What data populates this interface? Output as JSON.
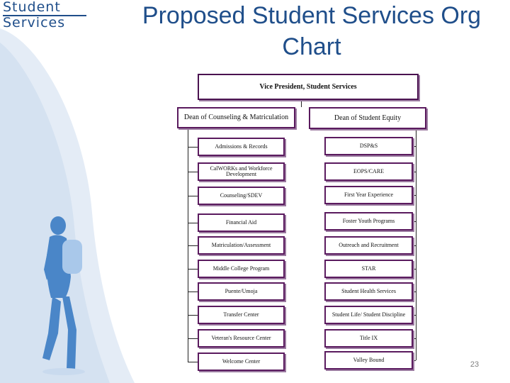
{
  "slide": {
    "brand_top": "Student",
    "brand_bottom": "Services",
    "title": "Proposed Student Services Org Chart",
    "page_number": "23"
  },
  "colors": {
    "title": "#1f4e8a",
    "box_border": "#5a1a5e",
    "background_accent": "#dfe9f5",
    "figure": "#4a86c8"
  },
  "org": {
    "top": "Vice President, Student Services",
    "left_head": "Dean of Counseling & Matriculation",
    "right_head": "Dean of Student Equity",
    "left_units": [
      "Admissions & Records",
      "CalWORKs and Workforce Development",
      "Counseling/SDEV",
      "Financial Aid",
      "Matriculation/Assessment",
      "Middle College Program",
      "Puente/Umoja",
      "Transfer Center",
      "Veteran's Resource Center",
      "Welcome Center"
    ],
    "right_units": [
      "DSP&S",
      "EOPS/CARE",
      "First Year Experience",
      "Foster Youth Programs",
      "Outreach and Recruitment",
      "STAR",
      "Student Health Services",
      "Student Life/ Student Discipline",
      "Title IX",
      "Valley Bound"
    ]
  }
}
